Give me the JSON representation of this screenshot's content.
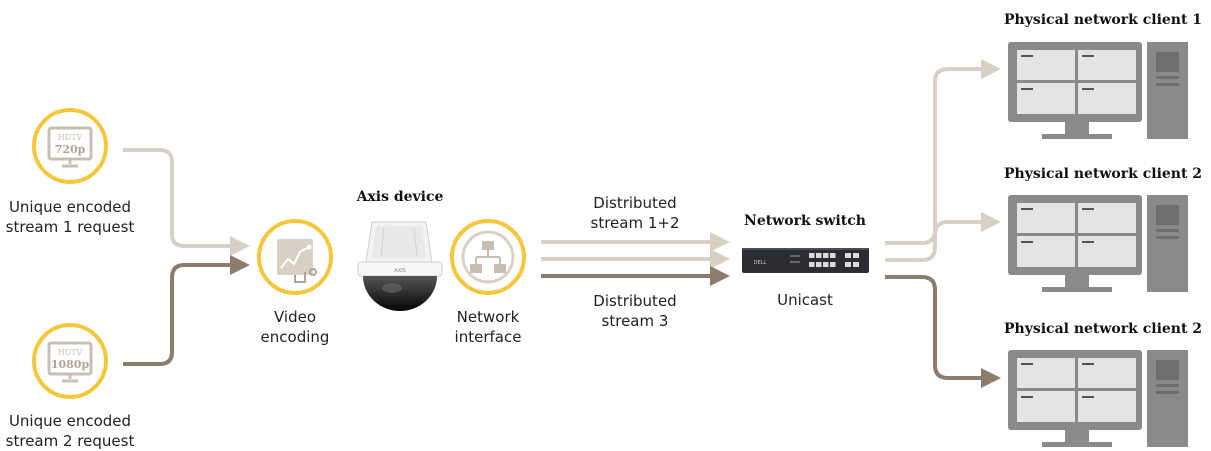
{
  "requests": [
    {
      "screen_top": "HDTV",
      "screen_main": "720p",
      "label_line1": "Unique encoded",
      "label_line2": "stream 1 request"
    },
    {
      "screen_top": "HDTV",
      "screen_main": "1080p",
      "label_line1": "Unique encoded",
      "label_line2": "stream 2 request"
    }
  ],
  "video_encoding": {
    "line1": "Video",
    "line2": "encoding"
  },
  "axis_device": {
    "title": "Axis device",
    "brand": "AXIS"
  },
  "network_interface": {
    "line1": "Network",
    "line2": "interface"
  },
  "streams": {
    "top": {
      "line1": "Distributed",
      "line2": "stream 1+2"
    },
    "bottom": {
      "line1": "Distributed",
      "line2": "stream 3"
    }
  },
  "network_switch": {
    "title": "Network switch",
    "subtitle": "Unicast",
    "brand": "DELL"
  },
  "clients": [
    {
      "title": "Physical network client 1"
    },
    {
      "title": "Physical network client 2"
    },
    {
      "title": "Physical network client 2"
    }
  ],
  "colors": {
    "ring": "#f5c73a",
    "stream_light": "#d9d0c5",
    "stream_dark": "#8d7c6b",
    "icon": "#c8bfb3",
    "monitor": "#8a8a8a",
    "screen": "#e4e4e4",
    "switch": "#2b2d33"
  }
}
